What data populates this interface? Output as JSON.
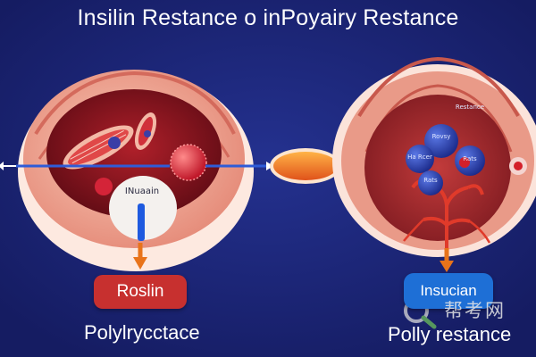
{
  "title": "Insilin Restance o inPoyairy Restance",
  "left_panel": {
    "inner_label": "INuaain",
    "button_label": "Roslin",
    "caption": "Polylrycctace"
  },
  "right_panel": {
    "cell_labels": [
      "Rovsy",
      "Restance",
      "Ha Rcer",
      "Rats",
      "Rats"
    ],
    "button_label": "Insucian",
    "caption": "Polly restance"
  },
  "watermark_text": "帮考网",
  "colors": {
    "background": "#1a2477",
    "left_button": "#c7302f",
    "right_button": "#1e6fd6",
    "center_oval": "#f07a1a",
    "arrow_orange": "#e8731a"
  }
}
